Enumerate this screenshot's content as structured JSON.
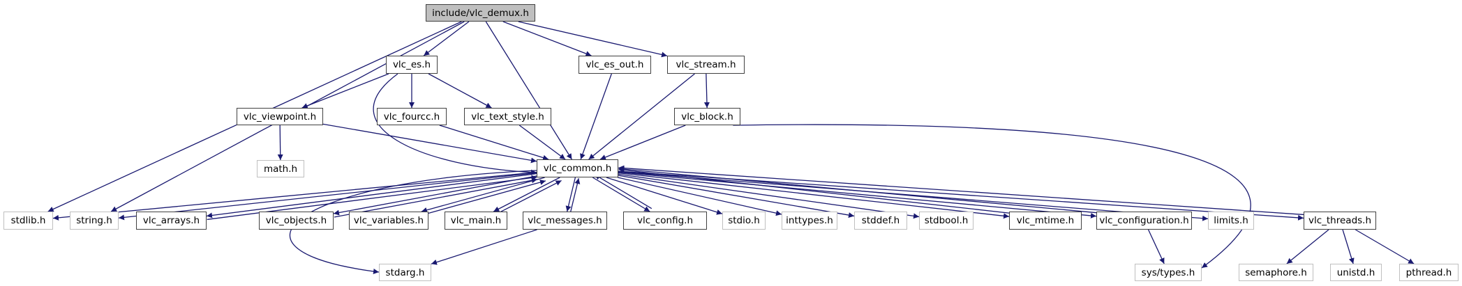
{
  "title": "include/vlc_demux.h",
  "colors": {
    "edge": "#191970",
    "root_fill": "#bfbfbf",
    "local_border": "#404040",
    "system_border": "#bfbfbf"
  },
  "nodes": [
    {
      "id": "vlc_demux",
      "label": "include/vlc_demux.h",
      "kind": "root"
    },
    {
      "id": "vlc_es",
      "label": "vlc_es.h",
      "kind": "local"
    },
    {
      "id": "vlc_es_out",
      "label": "vlc_es_out.h",
      "kind": "local"
    },
    {
      "id": "vlc_stream",
      "label": "vlc_stream.h",
      "kind": "local"
    },
    {
      "id": "vlc_viewpoint",
      "label": "vlc_viewpoint.h",
      "kind": "local"
    },
    {
      "id": "vlc_fourcc",
      "label": "vlc_fourcc.h",
      "kind": "local"
    },
    {
      "id": "vlc_text_style",
      "label": "vlc_text_style.h",
      "kind": "local"
    },
    {
      "id": "vlc_block",
      "label": "vlc_block.h",
      "kind": "local"
    },
    {
      "id": "math",
      "label": "math.h",
      "kind": "system"
    },
    {
      "id": "vlc_common",
      "label": "vlc_common.h",
      "kind": "local"
    },
    {
      "id": "stdlib",
      "label": "stdlib.h",
      "kind": "system"
    },
    {
      "id": "string",
      "label": "string.h",
      "kind": "system"
    },
    {
      "id": "vlc_arrays",
      "label": "vlc_arrays.h",
      "kind": "local"
    },
    {
      "id": "vlc_objects",
      "label": "vlc_objects.h",
      "kind": "local"
    },
    {
      "id": "vlc_variables",
      "label": "vlc_variables.h",
      "kind": "local"
    },
    {
      "id": "vlc_main",
      "label": "vlc_main.h",
      "kind": "local"
    },
    {
      "id": "vlc_messages",
      "label": "vlc_messages.h",
      "kind": "local"
    },
    {
      "id": "vlc_config",
      "label": "vlc_config.h",
      "kind": "local"
    },
    {
      "id": "stdio",
      "label": "stdio.h",
      "kind": "system"
    },
    {
      "id": "inttypes",
      "label": "inttypes.h",
      "kind": "system"
    },
    {
      "id": "stddef",
      "label": "stddef.h",
      "kind": "system"
    },
    {
      "id": "stdbool",
      "label": "stdbool.h",
      "kind": "system"
    },
    {
      "id": "vlc_mtime",
      "label": "vlc_mtime.h",
      "kind": "local"
    },
    {
      "id": "vlc_configuration",
      "label": "vlc_configuration.h",
      "kind": "local"
    },
    {
      "id": "limits",
      "label": "limits.h",
      "kind": "system"
    },
    {
      "id": "vlc_threads",
      "label": "vlc_threads.h",
      "kind": "local"
    },
    {
      "id": "stdarg",
      "label": "stdarg.h",
      "kind": "system"
    },
    {
      "id": "sys_types",
      "label": "sys/types.h",
      "kind": "system"
    },
    {
      "id": "semaphore",
      "label": "semaphore.h",
      "kind": "system"
    },
    {
      "id": "unistd",
      "label": "unistd.h",
      "kind": "system"
    },
    {
      "id": "pthread",
      "label": "pthread.h",
      "kind": "system"
    }
  ],
  "edges": [
    [
      "vlc_demux",
      "stdlib"
    ],
    [
      "vlc_demux",
      "string"
    ],
    [
      "vlc_demux",
      "vlc_es"
    ],
    [
      "vlc_demux",
      "vlc_common"
    ],
    [
      "vlc_demux",
      "vlc_es_out"
    ],
    [
      "vlc_demux",
      "vlc_stream"
    ],
    [
      "vlc_es",
      "vlc_viewpoint"
    ],
    [
      "vlc_es",
      "vlc_common"
    ],
    [
      "vlc_es",
      "vlc_fourcc"
    ],
    [
      "vlc_es",
      "vlc_text_style"
    ],
    [
      "vlc_viewpoint",
      "math"
    ],
    [
      "vlc_viewpoint",
      "vlc_common"
    ],
    [
      "vlc_fourcc",
      "vlc_common"
    ],
    [
      "vlc_text_style",
      "vlc_common"
    ],
    [
      "vlc_es_out",
      "vlc_common"
    ],
    [
      "vlc_stream",
      "vlc_common"
    ],
    [
      "vlc_stream",
      "vlc_block"
    ],
    [
      "vlc_block",
      "vlc_common"
    ],
    [
      "vlc_block",
      "sys_types"
    ],
    [
      "vlc_common",
      "stdlib"
    ],
    [
      "vlc_common",
      "string"
    ],
    [
      "vlc_common",
      "vlc_arrays"
    ],
    [
      "vlc_common",
      "vlc_objects"
    ],
    [
      "vlc_common",
      "vlc_variables"
    ],
    [
      "vlc_common",
      "vlc_main"
    ],
    [
      "vlc_common",
      "vlc_messages"
    ],
    [
      "vlc_common",
      "vlc_config"
    ],
    [
      "vlc_common",
      "stdio"
    ],
    [
      "vlc_common",
      "inttypes"
    ],
    [
      "vlc_common",
      "stddef"
    ],
    [
      "vlc_common",
      "stdbool"
    ],
    [
      "vlc_common",
      "vlc_mtime"
    ],
    [
      "vlc_common",
      "vlc_configuration"
    ],
    [
      "vlc_common",
      "limits"
    ],
    [
      "vlc_common",
      "vlc_threads"
    ],
    [
      "vlc_common",
      "stdarg"
    ],
    [
      "vlc_arrays",
      "vlc_common"
    ],
    [
      "vlc_objects",
      "vlc_common"
    ],
    [
      "vlc_variables",
      "vlc_common"
    ],
    [
      "vlc_main",
      "vlc_common"
    ],
    [
      "vlc_messages",
      "vlc_common"
    ],
    [
      "vlc_messages",
      "stdarg"
    ],
    [
      "vlc_config",
      "vlc_common"
    ],
    [
      "vlc_mtime",
      "vlc_common"
    ],
    [
      "vlc_configuration",
      "vlc_common"
    ],
    [
      "vlc_configuration",
      "sys_types"
    ],
    [
      "vlc_threads",
      "vlc_common"
    ],
    [
      "vlc_threads",
      "semaphore"
    ],
    [
      "vlc_threads",
      "unistd"
    ],
    [
      "vlc_threads",
      "pthread"
    ]
  ]
}
